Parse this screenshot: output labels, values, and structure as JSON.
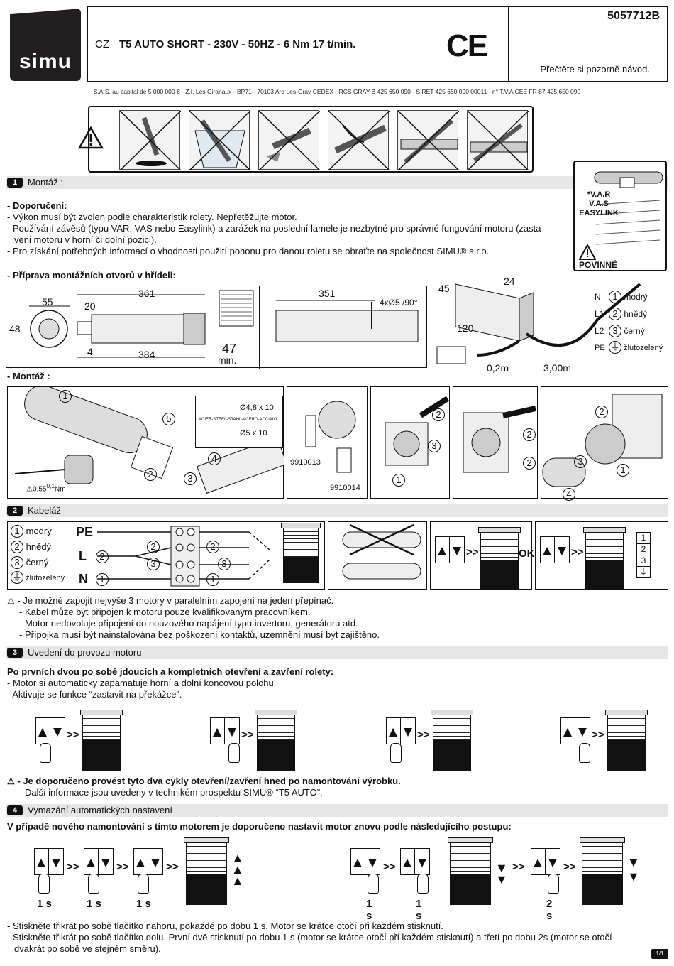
{
  "header": {
    "brand": "simu",
    "lang": "CZ",
    "title": "T5 AUTO SHORT - 230V - 50HZ - 6 Nm 17 t/min.",
    "ce": "CE",
    "code": "5057712B",
    "read_notice": "Přečtěte si pozorně návod.",
    "legal": "S.A.S. au capital de 5 000 000 € - Z.I. Les Giranaux - BP71 - 70103 Arc-Les-Gray CEDEX - RCS GRAY B 425 650 090 - SIRET 425 650 090 00011 - n° T.V.A CEE FR 87 425 650 090"
  },
  "sections": {
    "s1": {
      "num": "1",
      "label": "Montáž :"
    },
    "s2": {
      "num": "2",
      "label": "Kabeláž"
    },
    "s3": {
      "num": "3",
      "label": "Uvedení do provozu motoru"
    },
    "s4": {
      "num": "4",
      "label": "Vymazání automatických nastavení"
    }
  },
  "recommend": {
    "heading": "- Doporučení:",
    "l1": "- Výkon musí být zvolen podle charakteristik rolety. Nepřetěžujte motor.",
    "l2": "- Používání závěsů (typu VAR, VAS  nebo Easylink) a zarážek na poslední lamele je nezbytné pro správné fungování motoru (zasta-",
    "l2b": "veni motoru v horní či dolní pozici).",
    "l3": "- Pro získání potřebných informací o vhodnosti použití pohonu pro danou roletu se obraťte na společnost SIMU® s.r.o."
  },
  "var_box": {
    "star": "*",
    "l1": "V.A.R",
    "l2": "V.A.S",
    "l3": "EASYLINK",
    "mandatory": "POVINNÉ"
  },
  "holes": {
    "heading": "- Příprava montážních otvorů v hřídeli:",
    "d55": "55",
    "d48": "48",
    "d20": "20",
    "d361": "361",
    "d4": "4",
    "d384": "384",
    "d47": "47",
    "min": "min.",
    "d351": "351",
    "holes": "4xØ5 /90°"
  },
  "motor_dims": {
    "d45": "45",
    "d24": "24",
    "d120": "120",
    "d02": "0,2m",
    "d3": "3,00m"
  },
  "wires": [
    {
      "code": "N",
      "num": "1",
      "color": "modrý"
    },
    {
      "code": "L1",
      "num": "2",
      "color": "hnědý"
    },
    {
      "code": "L2",
      "num": "3",
      "color": "černý"
    },
    {
      "code": "PE",
      "num": "⏚",
      "color": "žlutozelený"
    }
  ],
  "mount": {
    "heading": "- Montáž :",
    "screw1": "Ø4,8 x 10",
    "screw_mat": "ACIER-STEEL-STAHL-ACERO-ACCIAIO",
    "screw2": "Ø5 x 10",
    "torque": "0,55",
    "torque2": "0,1",
    "unit": "Nm",
    "ref1": "9910013",
    "ref2": "9910014",
    "n1": "1",
    "n2": "2",
    "n3": "3",
    "n4": "4",
    "n5": "5"
  },
  "wiring": {
    "legend": [
      {
        "num": "1",
        "label": "modrý"
      },
      {
        "num": "2",
        "label": "hnědý"
      },
      {
        "num": "3",
        "label": "černý"
      },
      {
        "num": "⏚",
        "label": "žlutozelený"
      }
    ],
    "pe": "PE",
    "l": "L",
    "n": "N",
    "ok": "OK",
    "notes": [
      "- Je možné zapojit nejvýše 3 motory v paralelním zapojení na jeden přepínač.",
      "- Kabel může být připojen k motoru pouze kvalifikovaným pracovníkem.",
      "- Motor nedovoluje připojení do nouzového napájení typu invertoru, generátoru atd.",
      "- Přípojka musí být nainstalována bez poškození kontaktů, uzemnění musí být zajištěno."
    ]
  },
  "commission": {
    "heading": "Po prvních dvou po sobě jdoucích a kompletních otevření a zavření rolety:",
    "l1": "- Motor si automaticky zapamatuje horní a dolní koncovou polohu.",
    "l2": "- Aktivuje se funkce “zastavit na překážce”.",
    "warn": "- Je doporučeno provést tyto dva cykly otevření/zavření hned po namontování výrobku.",
    "warn2": "- Další informace jsou uvedeny v technikém prospektu SIMU® “T5 AUTO”."
  },
  "reset": {
    "heading": "V případě nového namontování s tímto motorem je doporučeno nastavit motor znovu podle následujícího postupu:",
    "t1": "1 s",
    "t2": "1 s",
    "t3": "1 s",
    "t4": "1 s",
    "t5": "1 s",
    "t6": "2 s",
    "gt": ">>",
    "l1": "- Stiskněte třikrát po sobě tlačítko nahoru, pokaždé po dobu 1 s. Motor se krátce otočí při každém stisknutí.",
    "l2": "- Stiskněte třikrát po sobě tlačítko dolu. První dvě stisknutí po dobu 1 s (motor se krátce otočí při každém stisknutí) a třetí po dobu 2s (motor se otočí",
    "l2b": "dvakrát po sobě ve stejném směru)."
  },
  "page": "1/1"
}
